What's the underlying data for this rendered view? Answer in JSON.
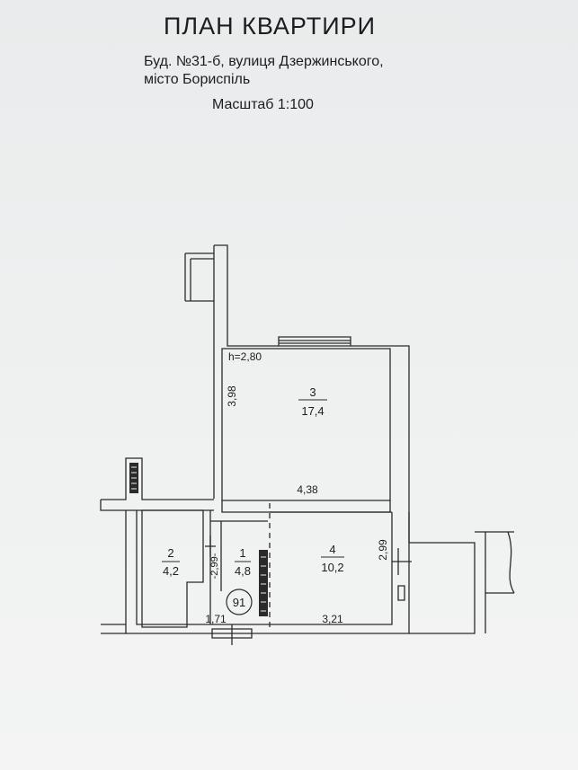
{
  "header": {
    "title": "ПЛАН КВАРТИРИ",
    "address_line1": "Буд. №31-б, вулиця Дзержинського,",
    "address_line2": "місто Бориспіль",
    "scale": "Масштаб 1:100"
  },
  "plan": {
    "ceiling_height": "h=2,80",
    "apartment_number": "91",
    "rooms": [
      {
        "number": "1",
        "area": "4,8"
      },
      {
        "number": "2",
        "area": "4,2"
      },
      {
        "number": "3",
        "area": "17,4"
      },
      {
        "number": "4",
        "area": "10,2"
      }
    ],
    "dimensions": {
      "room3_height": "3,98",
      "room3_width": "4,38",
      "room4_height": "2,99",
      "corridor_height": "-2,99-",
      "corridor_width": "1,71",
      "room4_width": "3,21"
    }
  }
}
